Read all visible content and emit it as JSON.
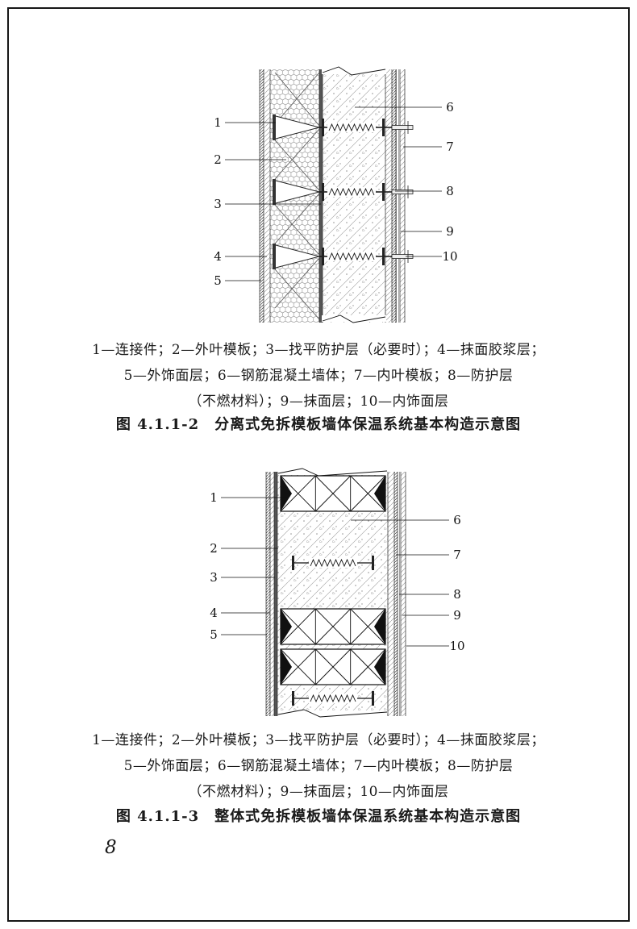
{
  "page": {
    "number": "8"
  },
  "figure1": {
    "caption": "图 4.1.1-2　分离式免拆模板墙体保温系统基本构造示意图",
    "legend_lines": [
      "1—连接件；2—外叶模板；3—找平防护层（必要时）；4—抹面胶浆层；",
      "5—外饰面层；6—钢筋混凝土墙体；7—内叶模板；8—防护层",
      "（不燃材料）；9—抹面层；10—内饰面层"
    ],
    "callouts_left": [
      "1",
      "2",
      "3",
      "4",
      "5"
    ],
    "callouts_right": [
      "6",
      "7",
      "8",
      "9",
      "10"
    ]
  },
  "figure2": {
    "caption": "图 4.1.1-3　整体式免拆模板墙体保温系统基本构造示意图",
    "legend_lines": [
      "1—连接件；2—外叶模板；3—找平防护层（必要时）；4—抹面胶浆层；",
      "5—外饰面层；6—钢筋混凝土墙体；7—内叶模板；8—防护层",
      "（不燃材料）；9—抹面层；10—内饰面层"
    ],
    "callouts_left": [
      "1",
      "2",
      "3",
      "4",
      "5"
    ],
    "callouts_right": [
      "6",
      "7",
      "8",
      "9",
      "10"
    ]
  }
}
